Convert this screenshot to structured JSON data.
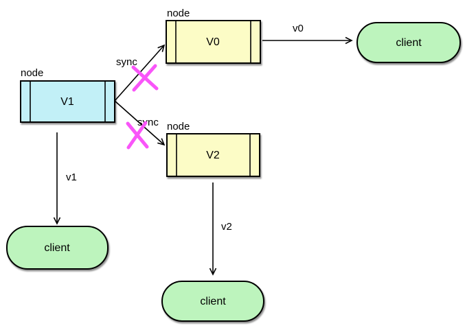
{
  "diagram": {
    "nodes": [
      {
        "caption": "node",
        "label": "V0",
        "fill": "#FCFCC6"
      },
      {
        "caption": "node",
        "label": "V1",
        "fill": "#C2F0F7"
      },
      {
        "caption": "node",
        "label": "V2",
        "fill": "#FCFCC6"
      }
    ],
    "clients": [
      {
        "label": "client",
        "position": "right"
      },
      {
        "label": "client",
        "position": "bottom-left"
      },
      {
        "label": "client",
        "position": "bottom-center"
      }
    ],
    "edges": [
      {
        "from": "V1",
        "to": "V0",
        "label": "sync",
        "status": "blocked"
      },
      {
        "from": "V1",
        "to": "V2",
        "label": "sync",
        "status": "blocked"
      },
      {
        "from": "V0",
        "to": "client-right",
        "label": "v0",
        "status": "ok"
      },
      {
        "from": "V1",
        "to": "client-bottom-left",
        "label": "v1",
        "status": "ok"
      },
      {
        "from": "V2",
        "to": "client-bottom-center",
        "label": "v2",
        "status": "ok"
      }
    ],
    "colors": {
      "node_fill_yellow": "#FCFCC6",
      "node_fill_cyan": "#C2F0F7",
      "client_fill_green": "#BDF4BD",
      "cross_magenta": "#F955F9",
      "line_black": "#000000"
    }
  }
}
